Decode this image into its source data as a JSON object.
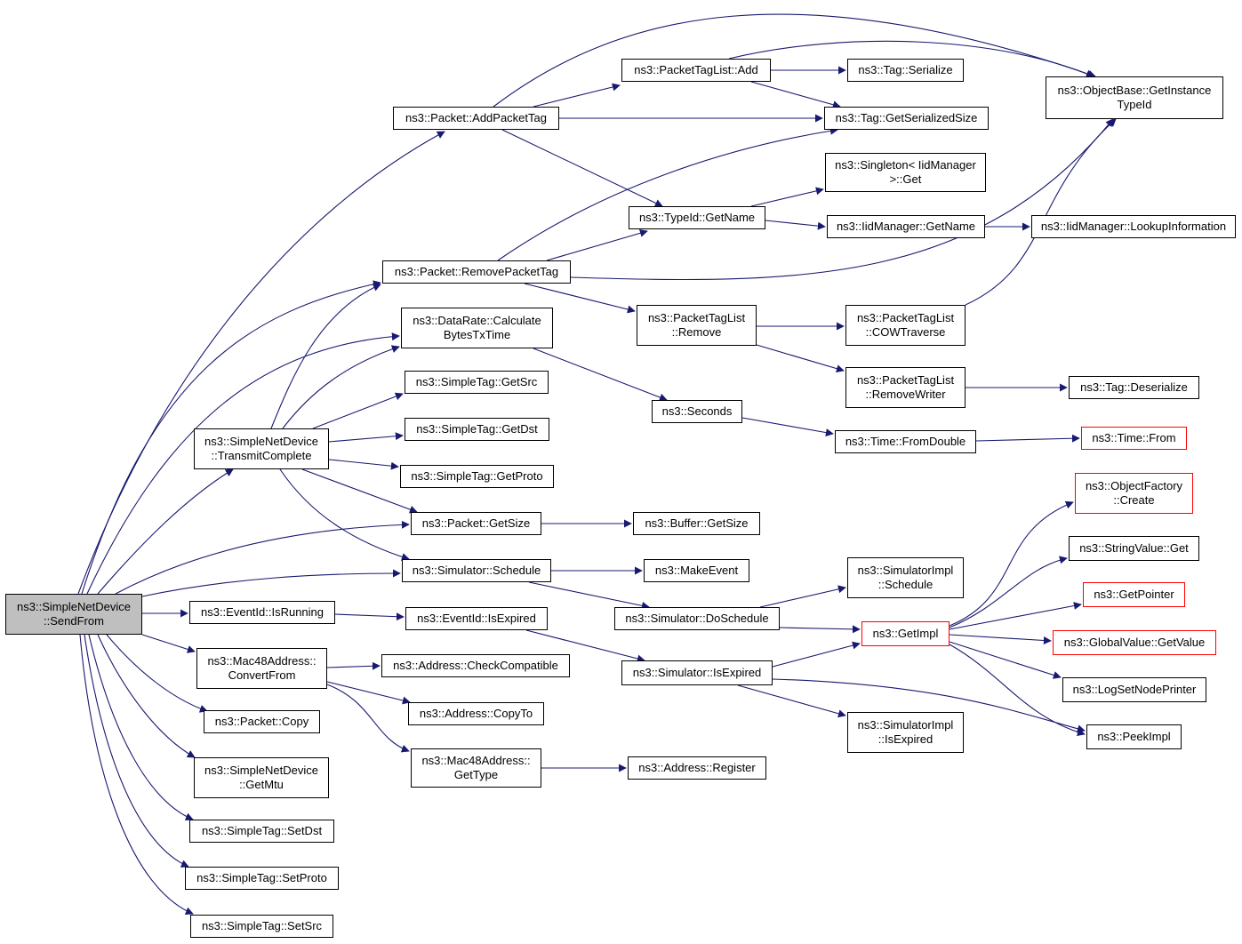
{
  "graph": {
    "edge_color": "#191970",
    "root_fill": "#bfbfbf",
    "node_border": "#000000",
    "truncated_border": "#ff0000",
    "nodes": [
      {
        "id": "sendfrom",
        "label": "ns3::SimpleNetDevice\n::SendFrom",
        "kind": "root"
      },
      {
        "id": "addpackettag",
        "label": "ns3::Packet::AddPacketTag"
      },
      {
        "id": "removepackettag",
        "label": "ns3::Packet::RemovePacketTag"
      },
      {
        "id": "calcbytes",
        "label": "ns3::DataRate::Calculate\nBytesTxTime"
      },
      {
        "id": "transmitcomplete",
        "label": "ns3::SimpleNetDevice\n::TransmitComplete"
      },
      {
        "id": "getsize",
        "label": "ns3::Packet::GetSize"
      },
      {
        "id": "schedule",
        "label": "ns3::Simulator::Schedule"
      },
      {
        "id": "isrunning",
        "label": "ns3::EventId::IsRunning"
      },
      {
        "id": "convertfrom",
        "label": "ns3::Mac48Address::\nConvertFrom"
      },
      {
        "id": "copy",
        "label": "ns3::Packet::Copy"
      },
      {
        "id": "getmtu",
        "label": "ns3::SimpleNetDevice\n::GetMtu"
      },
      {
        "id": "setdst",
        "label": "ns3::SimpleTag::SetDst"
      },
      {
        "id": "setproto",
        "label": "ns3::SimpleTag::SetProto"
      },
      {
        "id": "setsrc",
        "label": "ns3::SimpleTag::SetSrc"
      },
      {
        "id": "packettaglistadd",
        "label": "ns3::PacketTagList::Add"
      },
      {
        "id": "getserializedsize",
        "label": "ns3::Tag::GetSerializedSize"
      },
      {
        "id": "typeidgetname",
        "label": "ns3::TypeId::GetName"
      },
      {
        "id": "packettaglistremove",
        "label": "ns3::PacketTagList\n::Remove"
      },
      {
        "id": "seconds",
        "label": "ns3::Seconds"
      },
      {
        "id": "getsrc",
        "label": "ns3::SimpleTag::GetSrc"
      },
      {
        "id": "getdst",
        "label": "ns3::SimpleTag::GetDst"
      },
      {
        "id": "getproto",
        "label": "ns3::SimpleTag::GetProto"
      },
      {
        "id": "iseexpired",
        "label": "ns3::EventId::IsExpired"
      },
      {
        "id": "checkcompatible",
        "label": "ns3::Address::CheckCompatible"
      },
      {
        "id": "copyto",
        "label": "ns3::Address::CopyTo"
      },
      {
        "id": "gettype",
        "label": "ns3::Mac48Address::\nGetType"
      },
      {
        "id": "tagserialize",
        "label": "ns3::Tag::Serialize"
      },
      {
        "id": "singletonget",
        "label": "ns3::Singleton< IidManager\n>::Get"
      },
      {
        "id": "iidgetname",
        "label": "ns3::IidManager::GetName"
      },
      {
        "id": "cowtraverse",
        "label": "ns3::PacketTagList\n::COWTraverse"
      },
      {
        "id": "removewriter",
        "label": "ns3::PacketTagList\n::RemoveWriter"
      },
      {
        "id": "fromdouble",
        "label": "ns3::Time::FromDouble"
      },
      {
        "id": "buffergetsize",
        "label": "ns3::Buffer::GetSize"
      },
      {
        "id": "makeevent",
        "label": "ns3::MakeEvent"
      },
      {
        "id": "doschedule",
        "label": "ns3::Simulator::DoSchedule"
      },
      {
        "id": "simisexpired",
        "label": "ns3::Simulator::IsExpired"
      },
      {
        "id": "addressregister",
        "label": "ns3::Address::Register"
      },
      {
        "id": "implschedule",
        "label": "ns3::SimulatorImpl\n::Schedule"
      },
      {
        "id": "getimpl",
        "label": "ns3::GetImpl",
        "kind": "truncated"
      },
      {
        "id": "implisexpired",
        "label": "ns3::SimulatorImpl\n::IsExpired"
      },
      {
        "id": "getinstancetypeid",
        "label": "ns3::ObjectBase::GetInstance\nTypeId"
      },
      {
        "id": "lookupinfo",
        "label": "ns3::IidManager::LookupInformation"
      },
      {
        "id": "tagdeserialize",
        "label": "ns3::Tag::Deserialize"
      },
      {
        "id": "timefrom",
        "label": "ns3::Time::From",
        "kind": "truncated"
      },
      {
        "id": "objectfactorycreate",
        "label": "ns3::ObjectFactory\n::Create",
        "kind": "truncated"
      },
      {
        "id": "stringvalueget",
        "label": "ns3::StringValue::Get"
      },
      {
        "id": "getpointer",
        "label": "ns3::GetPointer",
        "kind": "truncated"
      },
      {
        "id": "globalvaluegetvalue",
        "label": "ns3::GlobalValue::GetValue",
        "kind": "truncated"
      },
      {
        "id": "logsetnodeprinter",
        "label": "ns3::LogSetNodePrinter"
      },
      {
        "id": "peekimpl",
        "label": "ns3::PeekImpl"
      }
    ]
  }
}
